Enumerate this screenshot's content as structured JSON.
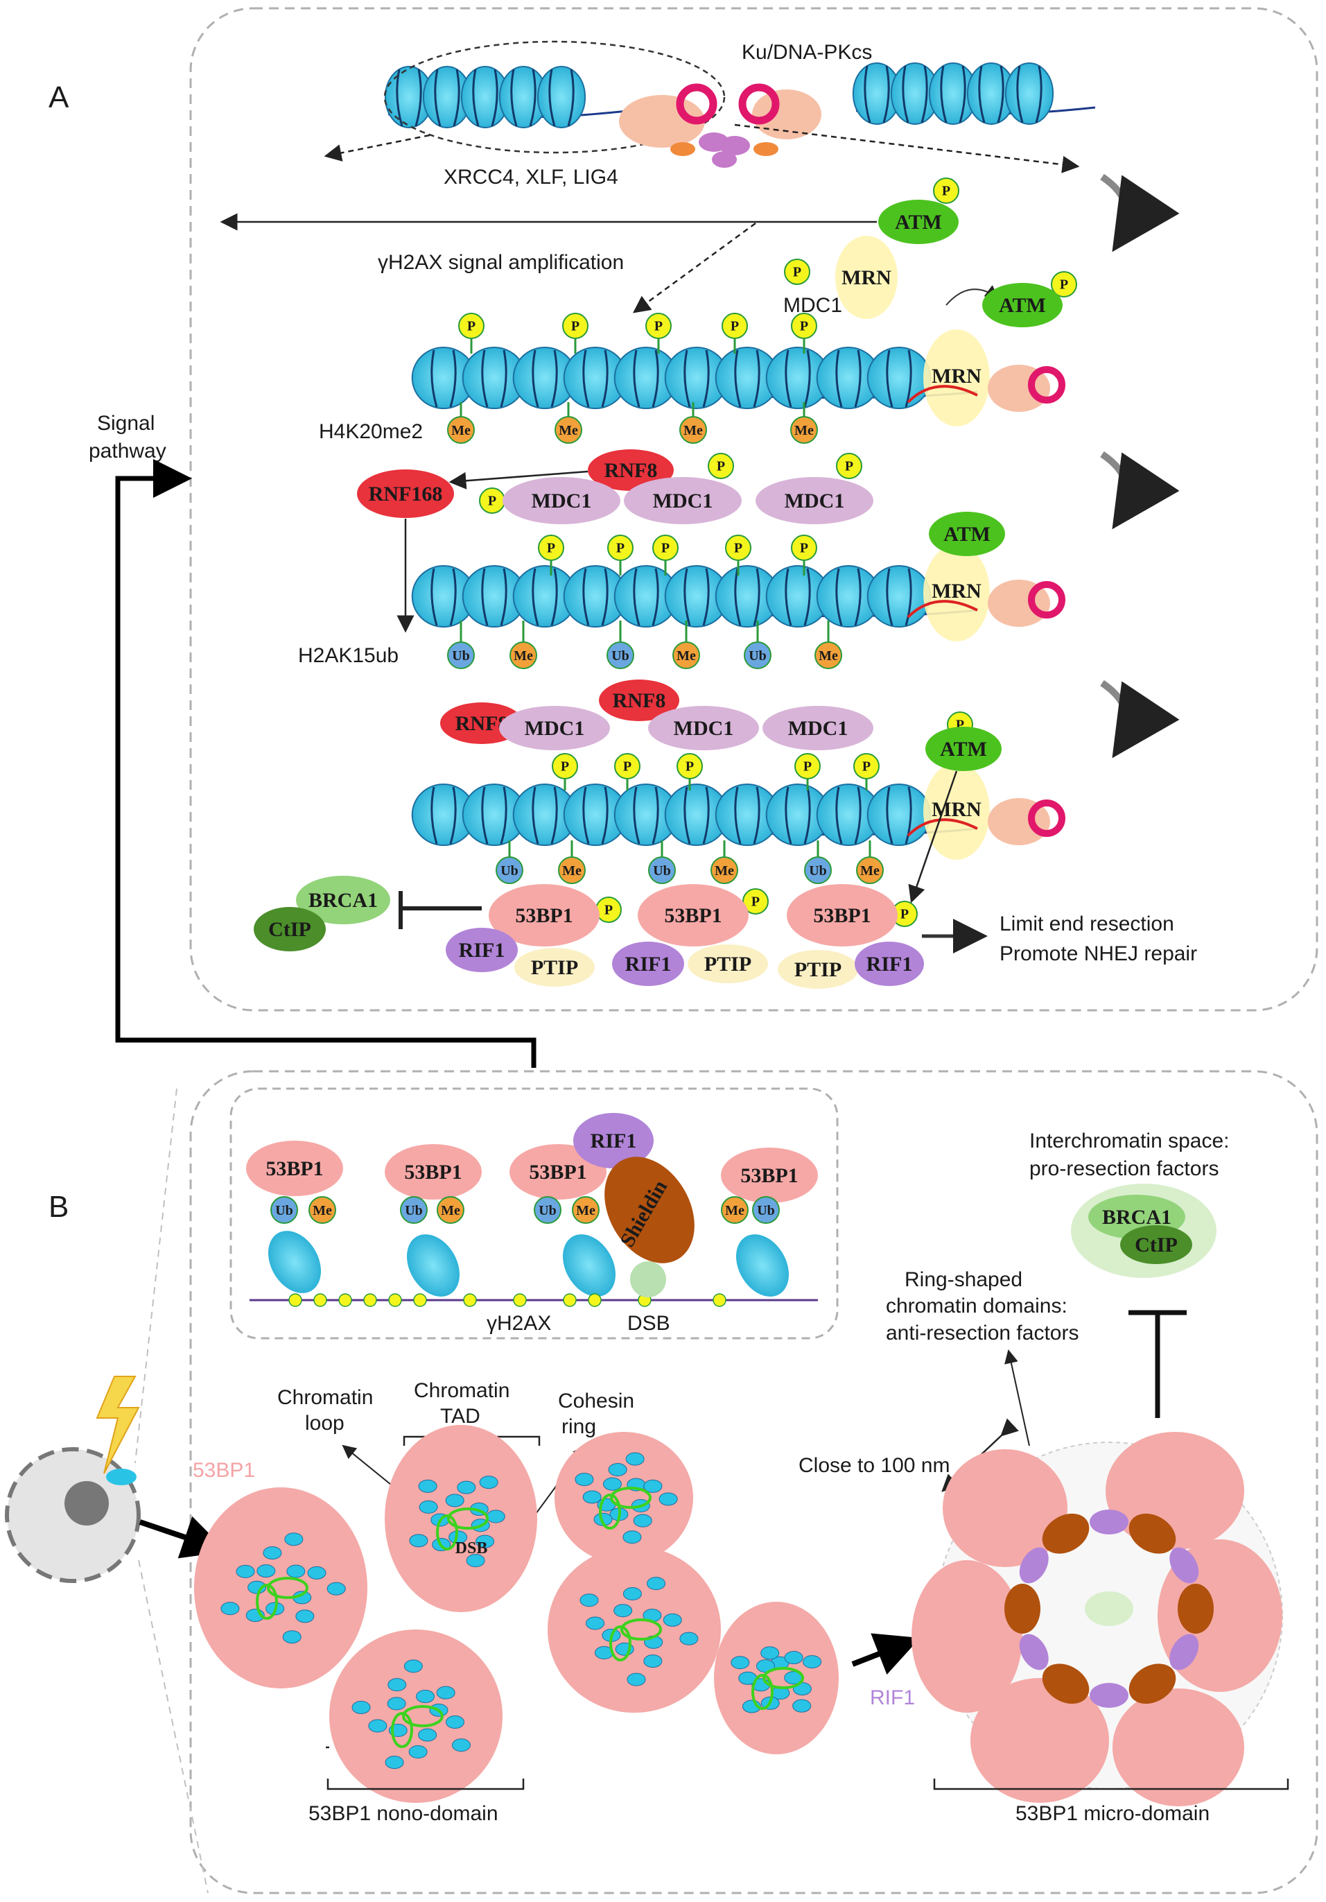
{
  "panels": {
    "a": "A",
    "b": "B"
  },
  "panel_a": {
    "ku": "Ku/DNA-PKcs",
    "xrcc": "XRCC4, XLF, LIG4",
    "gh2ax_amp": "γH2AX signal amplification",
    "mdc1_label": "MDC1",
    "h4k20": "H4K20me2",
    "h2ak15": "H2AK15ub",
    "signal_pathway": [
      "Signal",
      "pathway"
    ],
    "outcome": [
      "Limit end resection",
      "Promote NHEJ repair"
    ],
    "proteins": {
      "atm": "ATM",
      "mrn": "MRN",
      "p": "P",
      "me": "Me",
      "ub": "Ub",
      "rnf8": "RNF8",
      "rnf168": "RNF168",
      "mdc1": "MDC1",
      "bp": "53BP1",
      "rif1": "RIF1",
      "ptip": "PTIP",
      "brca1": "BRCA1",
      "ctip": "CtIP"
    }
  },
  "panel_b": {
    "shieldin": "Shieldin",
    "gh2ax": "γH2AX",
    "dsb": "DSB",
    "interchromatin": [
      "Interchromatin space:",
      "pro-resection factors"
    ],
    "ring": [
      "Ring-shaped",
      "chromatin domains:",
      "anti-resection factors"
    ],
    "loop": [
      "Chromatin",
      "loop"
    ],
    "tad": [
      "Chromatin",
      "TAD"
    ],
    "cohesin": [
      "Cohesin",
      "ring"
    ],
    "close": "Close to 100 nm",
    "bp_label": "53BP1",
    "rif1_label": "RIF1",
    "nano": "53BP1 nono-domain",
    "micro": "53BP1 micro-domain"
  },
  "colors": {
    "nucleosome": "#29c3e6",
    "p": "#f5f51e",
    "me": "#f2a13a",
    "ub": "#6aa7e0",
    "atm": "#4cc21f",
    "mrn": "#fff4b0",
    "mdc1": "#d8b4d8",
    "rnf8": "#e8323c",
    "bp": "#f6a8a6",
    "rif1": "#b184d8",
    "ptip": "#fbf0c4",
    "brca1": "#93d37a",
    "ctip": "#4b8e2a",
    "shieldin": "#b0510e",
    "domain": "#f4aaa8"
  }
}
